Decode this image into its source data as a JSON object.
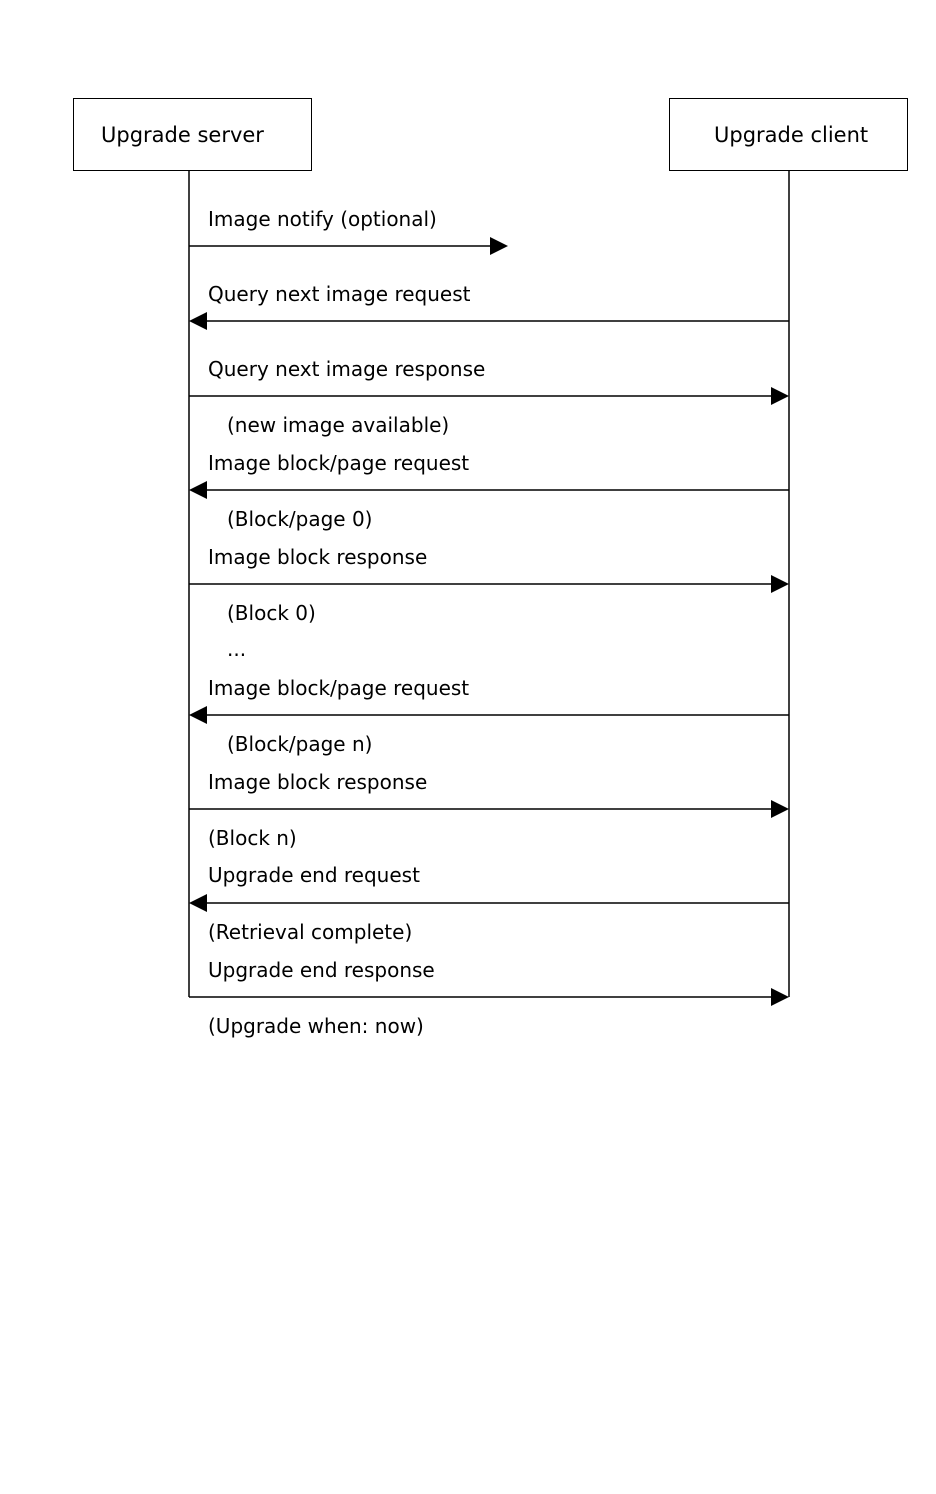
{
  "participants": {
    "server": "Upgrade server",
    "client": "Upgrade client"
  },
  "messages": [
    {
      "direction": "server-to-client",
      "label": "Image notify (optional)",
      "note": "",
      "partial": true
    },
    {
      "direction": "client-to-server",
      "label": "Query next image request",
      "note": ""
    },
    {
      "direction": "server-to-client",
      "label": "Query next image response",
      "note": "(new image available)"
    },
    {
      "direction": "client-to-server",
      "label": "Image block/page request",
      "note": "(Block/page 0)"
    },
    {
      "direction": "server-to-client",
      "label": "Image block response",
      "note": "(Block 0)"
    },
    {
      "direction": "client-to-server",
      "label": "Image block/page request",
      "note": "(Block/page n)"
    },
    {
      "direction": "server-to-client",
      "label": "Image block response",
      "note": "(Block n)"
    },
    {
      "direction": "client-to-server",
      "label": "Upgrade end request",
      "note": "(Retrieval complete)"
    },
    {
      "direction": "server-to-client",
      "label": "Upgrade end response",
      "note": "(Upgrade when: now)"
    }
  ],
  "ellipsis": "...",
  "colors": {
    "line": "#000000",
    "background": "#ffffff"
  }
}
